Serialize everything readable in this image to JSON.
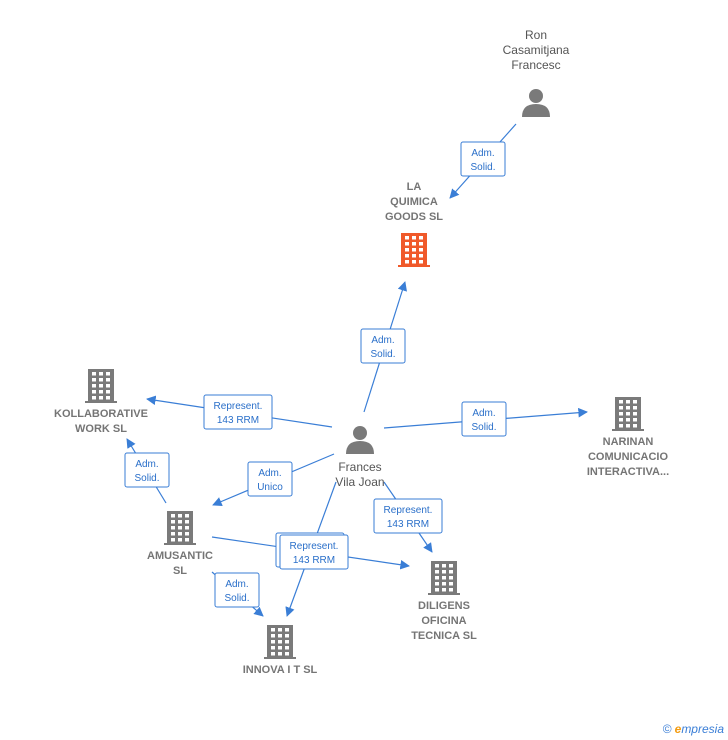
{
  "nodes": [
    {
      "id": "ron",
      "type": "person",
      "lines": [
        "Ron",
        "Casamitjana",
        "Francesc"
      ]
    },
    {
      "id": "laquimica",
      "type": "company",
      "highlight": true,
      "lines": [
        "LA",
        "QUIMICA",
        "GOODS  SL"
      ]
    },
    {
      "id": "frances",
      "type": "person",
      "lines": [
        "Frances",
        "Vila Joan"
      ]
    },
    {
      "id": "kollaborative",
      "type": "company",
      "lines": [
        "KOLLABORATIVE",
        "WORK  SL"
      ]
    },
    {
      "id": "narinan",
      "type": "company",
      "lines": [
        "NARINAN",
        "COMUNICACIO",
        "INTERACTIVA..."
      ]
    },
    {
      "id": "amusantic",
      "type": "company",
      "lines": [
        "AMUSANTIC",
        "SL"
      ]
    },
    {
      "id": "diligens",
      "type": "company",
      "lines": [
        "DILIGENS",
        "OFICINA",
        "TECNICA SL"
      ]
    },
    {
      "id": "innova",
      "type": "company",
      "lines": [
        "INNOVA I T  SL"
      ]
    }
  ],
  "edges": [
    {
      "from": "ron",
      "to": "laquimica",
      "label": [
        "Adm.",
        "Solid."
      ]
    },
    {
      "from": "frances",
      "to": "laquimica",
      "label": [
        "Adm.",
        "Solid."
      ]
    },
    {
      "from": "frances",
      "to": "kollaborative",
      "label": [
        "Represent.",
        "143 RRM"
      ]
    },
    {
      "from": "frances",
      "to": "narinan",
      "label": [
        "Adm.",
        "Solid."
      ]
    },
    {
      "from": "frances",
      "to": "amusantic",
      "label": [
        "Adm.",
        "Unico"
      ]
    },
    {
      "from": "frances",
      "to": "diligens",
      "label": [
        "Represent.",
        "143 RRM"
      ]
    },
    {
      "from": "frances",
      "to": "innova",
      "label": [
        "Represent.",
        "143 RRM"
      ]
    },
    {
      "from": "amusantic",
      "to": "kollaborative",
      "label": [
        "Adm.",
        "Solid."
      ]
    },
    {
      "from": "amusantic",
      "to": "diligens",
      "label": [
        "Represent.",
        "143 RRM"
      ]
    },
    {
      "from": "amusantic",
      "to": "innova",
      "label": [
        "Adm.",
        "Solid."
      ]
    }
  ],
  "colors": {
    "edge": "#3a7ed6",
    "company": "#7a7a7a",
    "company_highlight": "#f0592a",
    "person": "#7a7a7a"
  },
  "footer": {
    "copyright": "©",
    "brand_initial": "e",
    "brand_rest": "mpresia"
  }
}
